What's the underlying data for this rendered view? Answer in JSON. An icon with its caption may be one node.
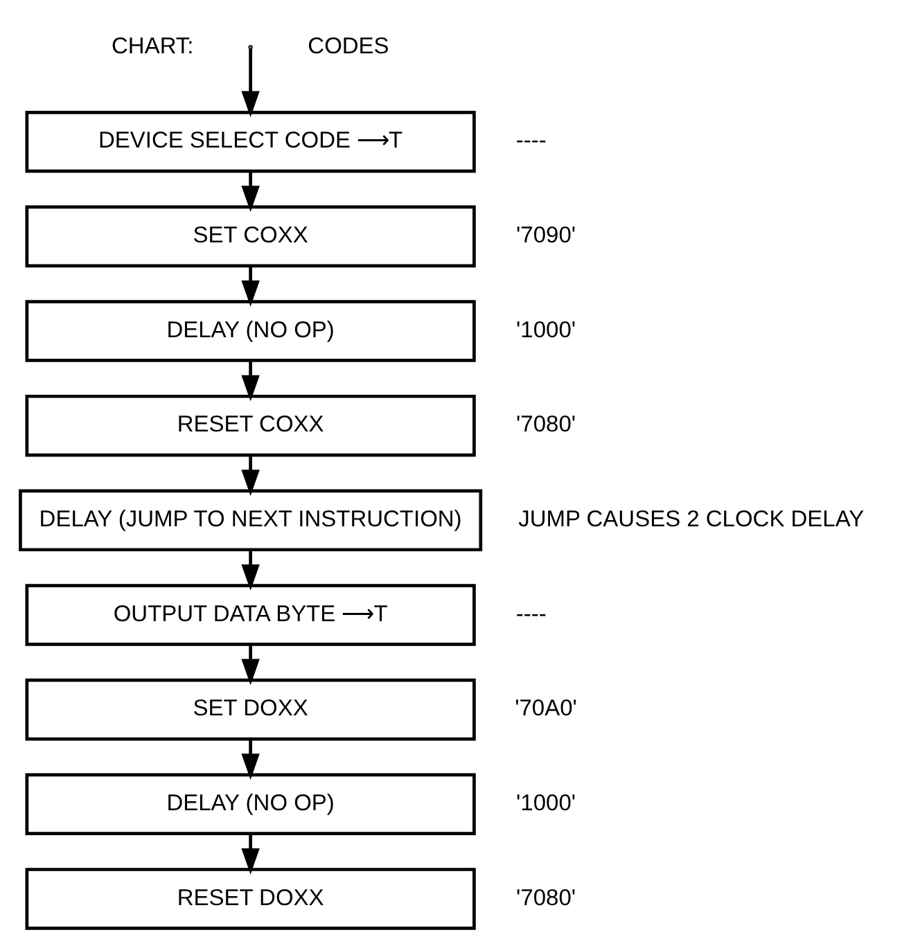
{
  "diagram": {
    "nodes": [
      {
        "text": [
          "DEVICE SELECT CODE ⟶T"
        ],
        "beside": [
          "----"
        ]
      },
      {
        "text": [
          "SET COXX"
        ],
        "beside": [
          "'7090'"
        ]
      },
      {
        "text": [
          "DELAY (NO OP)"
        ],
        "beside": [
          "'1000'"
        ]
      },
      {
        "text": [
          "RESET COXX"
        ],
        "beside": [
          "'7080'"
        ]
      },
      {
        "text": [
          "DELAY (JUMP TO NEXT INSTRUCTION)"
        ],
        "beside": [
          "JUMP CAUSES 2 CLOCK DELAY"
        ]
      },
      {
        "text": [
          "OUTPUT DATA BYTE ⟶T"
        ],
        "beside": [
          "----"
        ]
      },
      {
        "text": [
          "SET DOXX"
        ],
        "beside": [
          "'70A0'"
        ]
      },
      {
        "text": [
          "DELAY (NO OP)"
        ],
        "beside": [
          "'1000'"
        ]
      },
      {
        "text": [
          "RESET DOXX"
        ],
        "beside": [
          "'7080'"
        ]
      }
    ],
    "edges": [
      {
        "from": null,
        "to": 0,
        "arrow": "to"
      },
      {
        "from": 0,
        "to": 1,
        "arrow": "to"
      },
      {
        "from": 1,
        "to": 2,
        "arrow": "to"
      },
      {
        "from": 2,
        "to": 3,
        "arrow": "to"
      },
      {
        "from": 3,
        "to": 4,
        "arrow": "to"
      },
      {
        "from": 4,
        "to": 5,
        "arrow": "to"
      },
      {
        "from": 5,
        "to": 6,
        "arrow": "to"
      },
      {
        "from": 6,
        "to": 7,
        "arrow": "to"
      },
      {
        "from": 7,
        "to": 8,
        "arrow": "to"
      }
    ],
    "labels": [
      "CHART:",
      "CODES"
    ]
  }
}
